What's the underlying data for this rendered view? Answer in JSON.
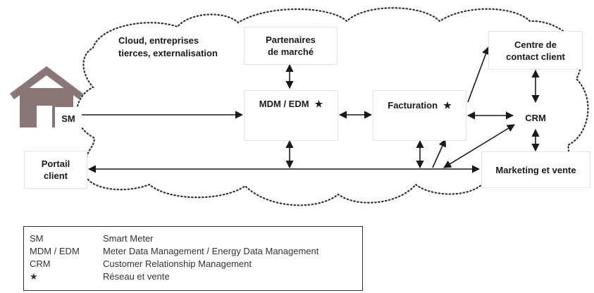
{
  "cloud_label": [
    "Cloud, entreprises",
    "tierces, externalisation"
  ],
  "nodes": {
    "sm": "SM",
    "partenaires": [
      "Partenaires",
      "de marché"
    ],
    "mdm": "MDM / EDM",
    "facturation": "Facturation",
    "contact": [
      "Centre de",
      "contact client"
    ],
    "crm": "CRM",
    "portail": [
      "Portail",
      "client"
    ],
    "marketing": "Marketing et vente",
    "star": "★"
  },
  "legend": [
    {
      "abbr": "SM",
      "desc": "Smart Meter"
    },
    {
      "abbr": "MDM / EDM",
      "desc": "Meter Data Management / Energy Data Management"
    },
    {
      "abbr": "CRM",
      "desc": "Customer Relationship Management"
    },
    {
      "abbr": "★",
      "desc": "Réseau et vente"
    }
  ],
  "colors": {
    "house": "#8a7676",
    "arrow": "#1a1a1a",
    "cloud": "#333333"
  }
}
